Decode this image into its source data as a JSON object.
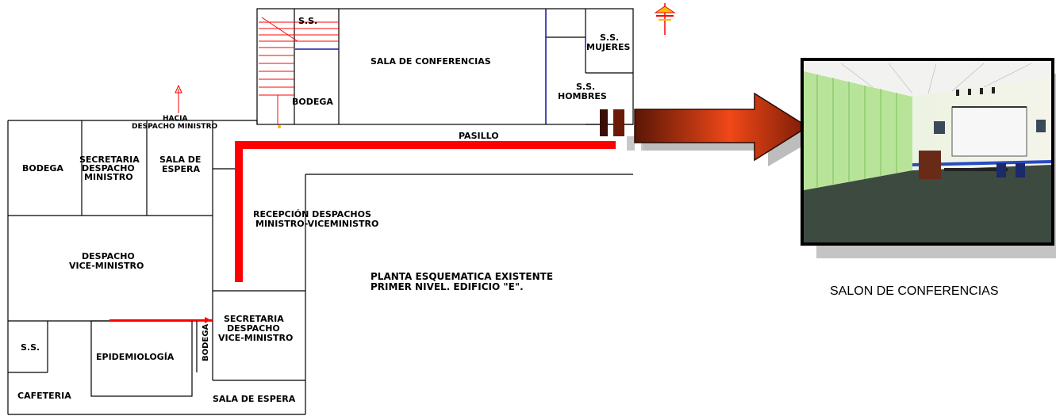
{
  "plan": {
    "title_line1": "PLANTA ESQUEMATICA EXISTENTE",
    "title_line2": "PRIMER NIVEL. EDIFICIO \"E\".",
    "rooms": {
      "ss_top": "S.S.",
      "sala_conferencias": "SALA DE CONFERENCIAS",
      "ss_mujeres_1": "S.S.",
      "ss_mujeres_2": "MUJERES",
      "ss_hombres_1": "S.S.",
      "ss_hombres_2": "HOMBRES",
      "bodega_stairs": "BODEGA",
      "hacia_1": "HACIA",
      "hacia_2": "DESPACHO MINISTRO",
      "pasillo": "PASILLO",
      "bodega_left": "BODEGA",
      "secretaria_min_1": "SECRETARIA",
      "secretaria_min_2": "DESPACHO",
      "secretaria_min_3": "MINISTRO",
      "sala_espera_1": "SALA DE",
      "sala_espera_2": "ESPERA",
      "recepcion_1": "RECEPCIÓN DESPACHOS",
      "recepcion_2": "MINISTRO-VICEMINISTRO",
      "despacho_vice_1": "DESPACHO",
      "despacho_vice_2": "VICE-MINISTRO",
      "secretaria_vice_1": "SECRETARIA",
      "secretaria_vice_2": "DESPACHO",
      "secretaria_vice_3": "VICE-MINISTRO",
      "bodega_vertical": "BODEGA",
      "ss_bottom": "S.S.",
      "epidemiologia": "EPIDEMIOLOGÍA",
      "cafeteria": "CAFETERIA",
      "sala_espera_bottom": "SALA DE ESPERA"
    }
  },
  "photo": {
    "caption": "SALON DE CONFERENCIAS"
  },
  "colors": {
    "route": "#ff0000",
    "arrow_dark": "#6b1a08",
    "arrow_light": "#f04818",
    "wall": "#000000",
    "blue_line": "#1a1aa8"
  }
}
